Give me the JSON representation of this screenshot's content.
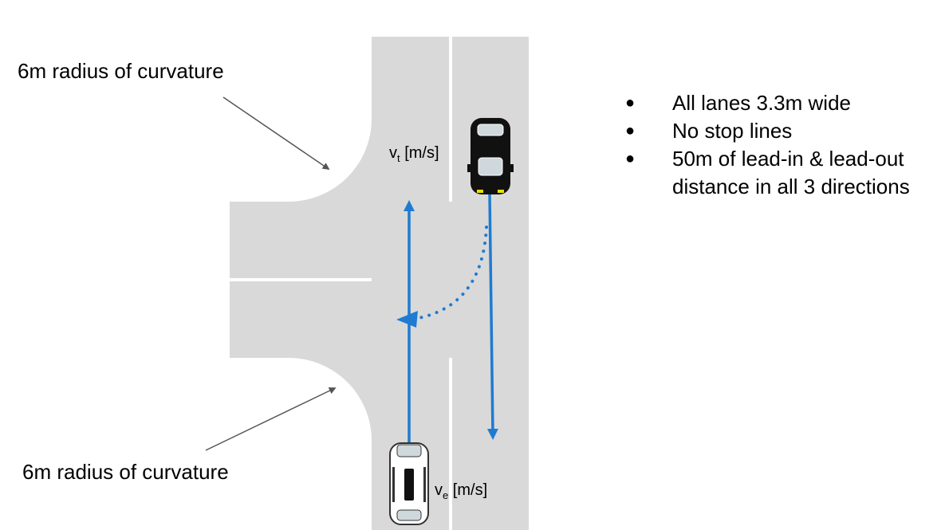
{
  "annotations": {
    "top": "6m radius of curvature",
    "bottom": "6m radius of curvature"
  },
  "velocity_labels": {
    "target": {
      "symbol": "v",
      "subscript": "t",
      "unit": "[m/s]"
    },
    "ego": {
      "symbol": "v",
      "subscript": "e",
      "unit": "[m/s]"
    }
  },
  "notes": [
    "All lanes 3.3m wide",
    "No stop lines",
    "50m of lead-in & lead-out distance in all 3 directions"
  ],
  "colors": {
    "road": "#d9d9d9",
    "lane_marking": "#ffffff",
    "trajectory": "#1e7bd1",
    "pointer_arrow": "#555555",
    "target_car": "#111111",
    "ego_car": "#ffffff"
  },
  "icons": {
    "target_vehicle": "black-car-icon",
    "ego_vehicle": "white-car-icon"
  }
}
